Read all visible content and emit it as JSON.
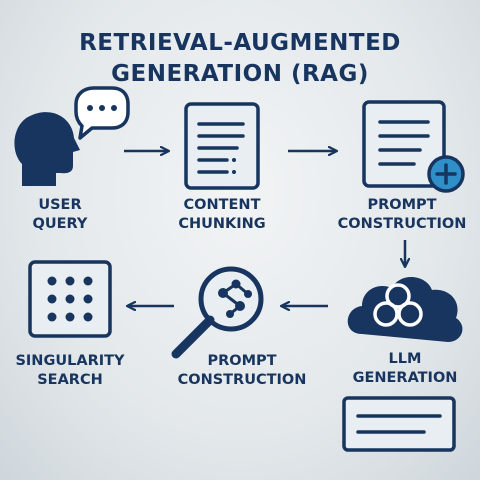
{
  "title": {
    "line1": "RETRIEVAL-AUGMENTED",
    "line2": "GENERATION (RAG)"
  },
  "nodes": [
    {
      "id": "user-query",
      "icon": "person-speech-bubble-icon",
      "label_line1": "USER",
      "label_line2": "QUERY"
    },
    {
      "id": "content-chunking",
      "icon": "document-icon",
      "label_line1": "CONTENT",
      "label_line2": "CHUNKING"
    },
    {
      "id": "prompt-construction-top",
      "icon": "document-plus-icon",
      "label_line1": "PROMPT",
      "label_line2": "CONSTRUCTION"
    },
    {
      "id": "llm-generation",
      "icon": "cloud-network-icon",
      "label_line1": "LLM",
      "label_line2": "GENERATION"
    },
    {
      "id": "prompt-construction-bottom",
      "icon": "magnifier-graph-icon",
      "label_line1": "PROMPT",
      "label_line2": "CONSTRUCTION"
    },
    {
      "id": "singularity-search",
      "icon": "dot-grid-icon",
      "label_line1": "SINGULARITY",
      "label_line2": "SEARCH"
    }
  ],
  "colors": {
    "primary": "#17355e",
    "accent": "#2e8fc9",
    "card_fill": "#e9eef2"
  }
}
